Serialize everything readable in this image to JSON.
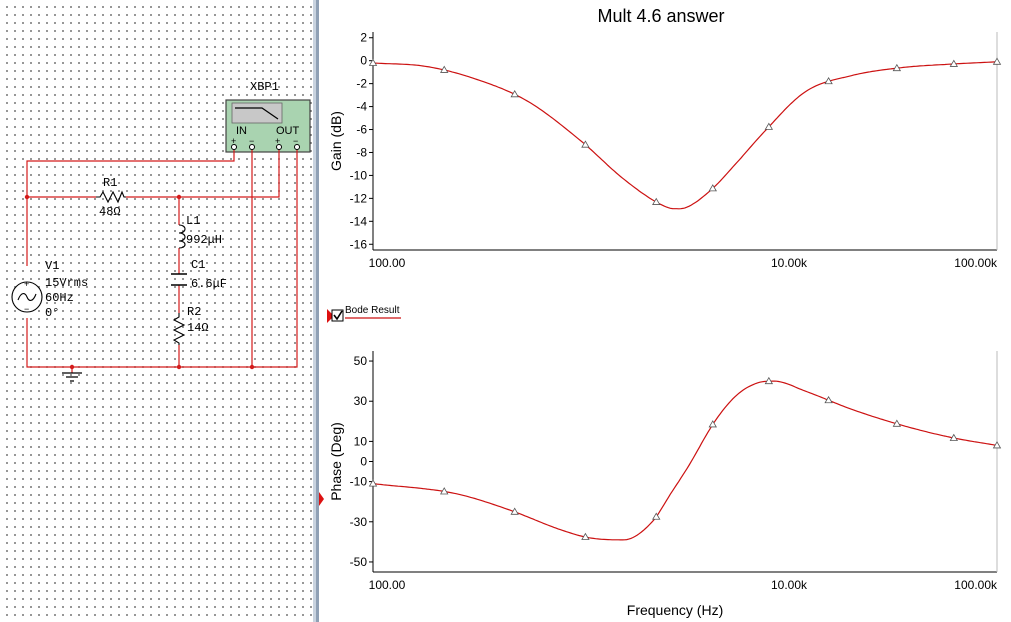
{
  "schematic": {
    "instrument": {
      "name": "XBP1",
      "in_label": "IN",
      "out_label": "OUT"
    },
    "resistor1": {
      "name": "R1",
      "value": "48Ω"
    },
    "inductor1": {
      "name": "L1",
      "value": "992μH"
    },
    "capacitor1": {
      "name": "C1",
      "value": "6.6μF"
    },
    "resistor2": {
      "name": "R2",
      "value": "14Ω"
    },
    "source": {
      "name": "V1",
      "amplitude": "15Vrms",
      "frequency": "60Hz",
      "phase": "0°"
    },
    "colors": {
      "wire": "#d41c1c",
      "instrument_body": "#a9d3b0",
      "junction": "#d41c1c"
    }
  },
  "grapher": {
    "title": "Mult 4.6 answer",
    "legend_label": "Bode Result",
    "colors": {
      "trace": "#cc1111",
      "axis": "#000000",
      "marker": "#cc1111",
      "cursor": "#dd1111"
    }
  },
  "chart_data": [
    {
      "type": "line",
      "title": "Mult 4.6 answer",
      "xlabel": "",
      "ylabel": "Gain (dB)",
      "xscale": "log",
      "xlim": [
        100,
        100000
      ],
      "ylim": [
        -16.5,
        2.5
      ],
      "x_tick_values": [
        100,
        10000,
        100000
      ],
      "x_tick_labels": [
        "100.00",
        "10.00k",
        "100.00k"
      ],
      "y_ticks": [
        2,
        0,
        -2,
        -4,
        -6,
        -8,
        -10,
        -12,
        -14,
        -16
      ],
      "grid": false,
      "series": [
        {
          "name": "Bode Result",
          "x": [
            100,
            180,
            300,
            550,
            1000,
            1600,
            2400,
            2800,
            3200,
            4200,
            5600,
            7600,
            12000,
            20000,
            35000,
            60000,
            100000
          ],
          "y": [
            -0.2,
            -0.5,
            -1.5,
            -3.5,
            -7,
            -10.3,
            -12.5,
            -12.9,
            -12.8,
            -11.3,
            -8.9,
            -6.2,
            -2.7,
            -1.3,
            -0.6,
            -0.3,
            -0.1
          ]
        }
      ],
      "markers_x": [
        100,
        220,
        480,
        1050,
        2300,
        4300,
        8000,
        15500,
        33000,
        62000,
        100000
      ]
    },
    {
      "type": "line",
      "title": "",
      "xlabel": "Frequency (Hz)",
      "ylabel": "Phase (Deg)",
      "xscale": "log",
      "xlim": [
        100,
        100000
      ],
      "ylim": [
        -55,
        55
      ],
      "x_tick_values": [
        100,
        10000,
        100000
      ],
      "x_tick_labels": [
        "100.00",
        "10.00k",
        "100.00k"
      ],
      "y_ticks": [
        50,
        30,
        10,
        0,
        -10,
        -30,
        -50
      ],
      "grid": false,
      "series": [
        {
          "name": "Bode Result",
          "x": [
            100,
            250,
            450,
            800,
            1100,
            1600,
            2200,
            2700,
            3300,
            4400,
            5600,
            7000,
            8500,
            12000,
            20000,
            35000,
            60000,
            100000
          ],
          "y": [
            -11,
            -16,
            -24,
            -34,
            -38,
            -39,
            -30,
            -16,
            -2,
            20,
            33,
            39,
            40,
            35,
            26,
            18,
            12,
            8
          ]
        }
      ],
      "markers_x": [
        100,
        220,
        480,
        1050,
        2300,
        4300,
        8000,
        15500,
        33000,
        62000,
        100000
      ]
    }
  ]
}
